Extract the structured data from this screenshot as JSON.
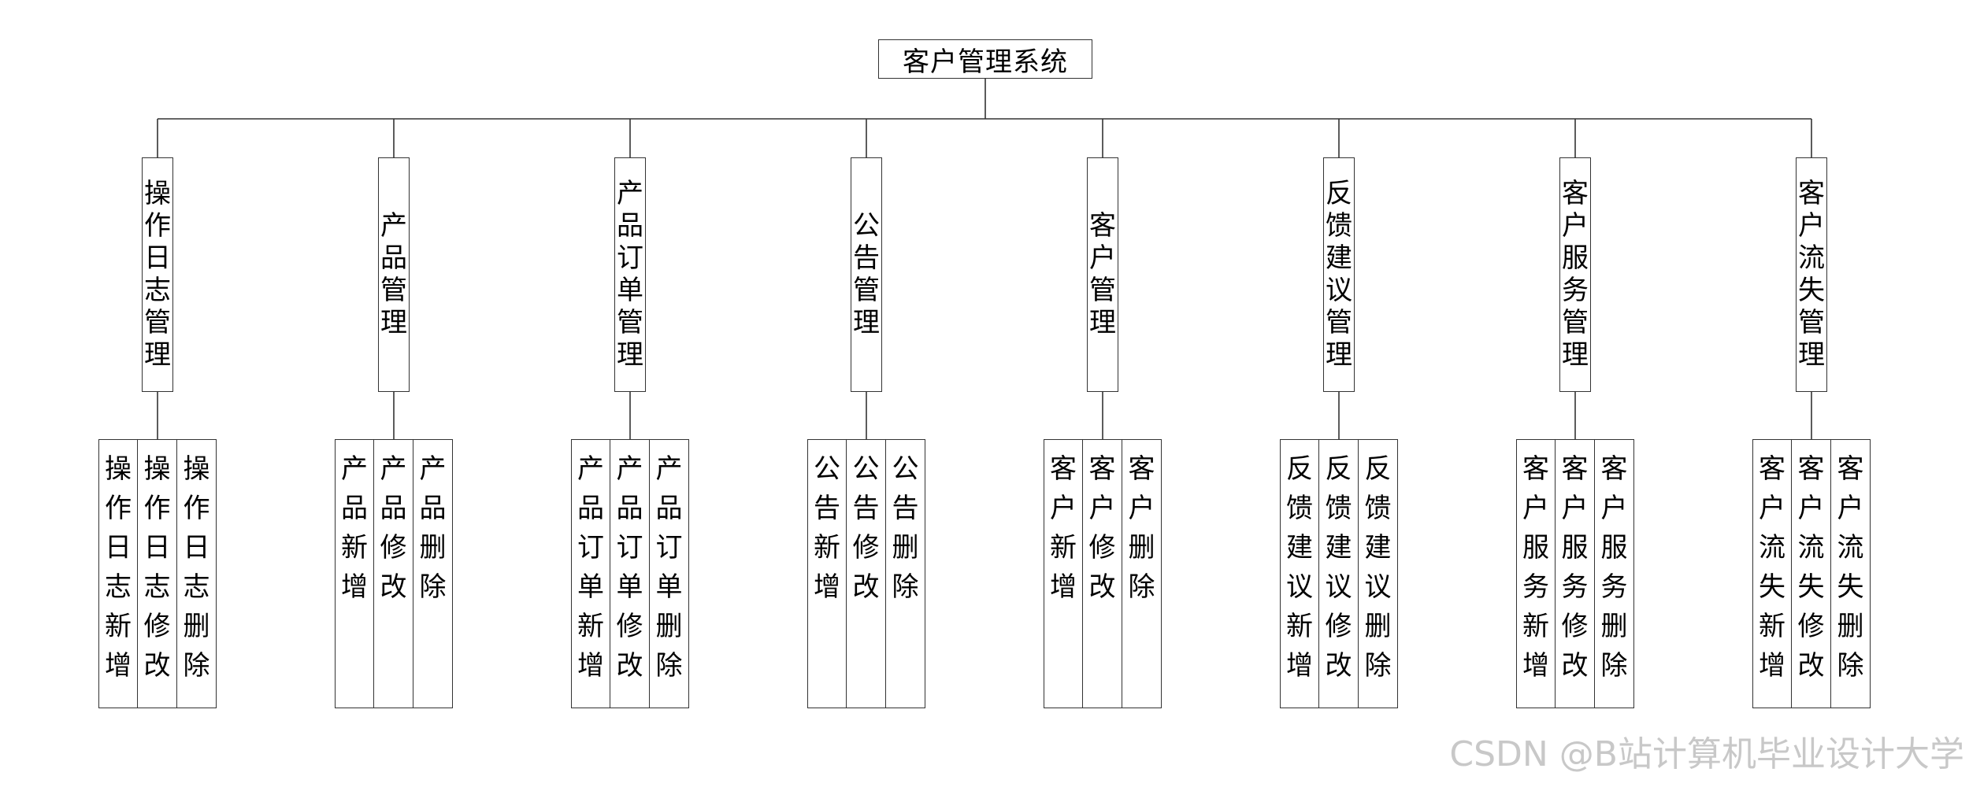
{
  "root": {
    "label": "客户管理系统"
  },
  "modules": [
    {
      "label": "操作日志管理",
      "children": [
        "操作日志新增",
        "操作日志修改",
        "操作日志删除"
      ]
    },
    {
      "label": "产品管理",
      "children": [
        "产品新增",
        "产品修改",
        "产品删除"
      ]
    },
    {
      "label": "产品订单管理",
      "children": [
        "产品订单新增",
        "产品订单修改",
        "产品订单删除"
      ]
    },
    {
      "label": "公告管理",
      "children": [
        "公告新增",
        "公告修改",
        "公告删除"
      ]
    },
    {
      "label": "客户管理",
      "children": [
        "客户新增",
        "客户修改",
        "客户删除"
      ]
    },
    {
      "label": "反馈建议管理",
      "children": [
        "反馈建议新增",
        "反馈建议修改",
        "反馈建议删除"
      ]
    },
    {
      "label": "客户服务管理",
      "children": [
        "客户服务新增",
        "客户服务修改",
        "客户服务删除"
      ]
    },
    {
      "label": "客户流失管理",
      "children": [
        "客户流失新增",
        "客户流失修改",
        "客户流失删除"
      ]
    }
  ],
  "watermark": "CSDN @B站计算机毕业设计大学"
}
